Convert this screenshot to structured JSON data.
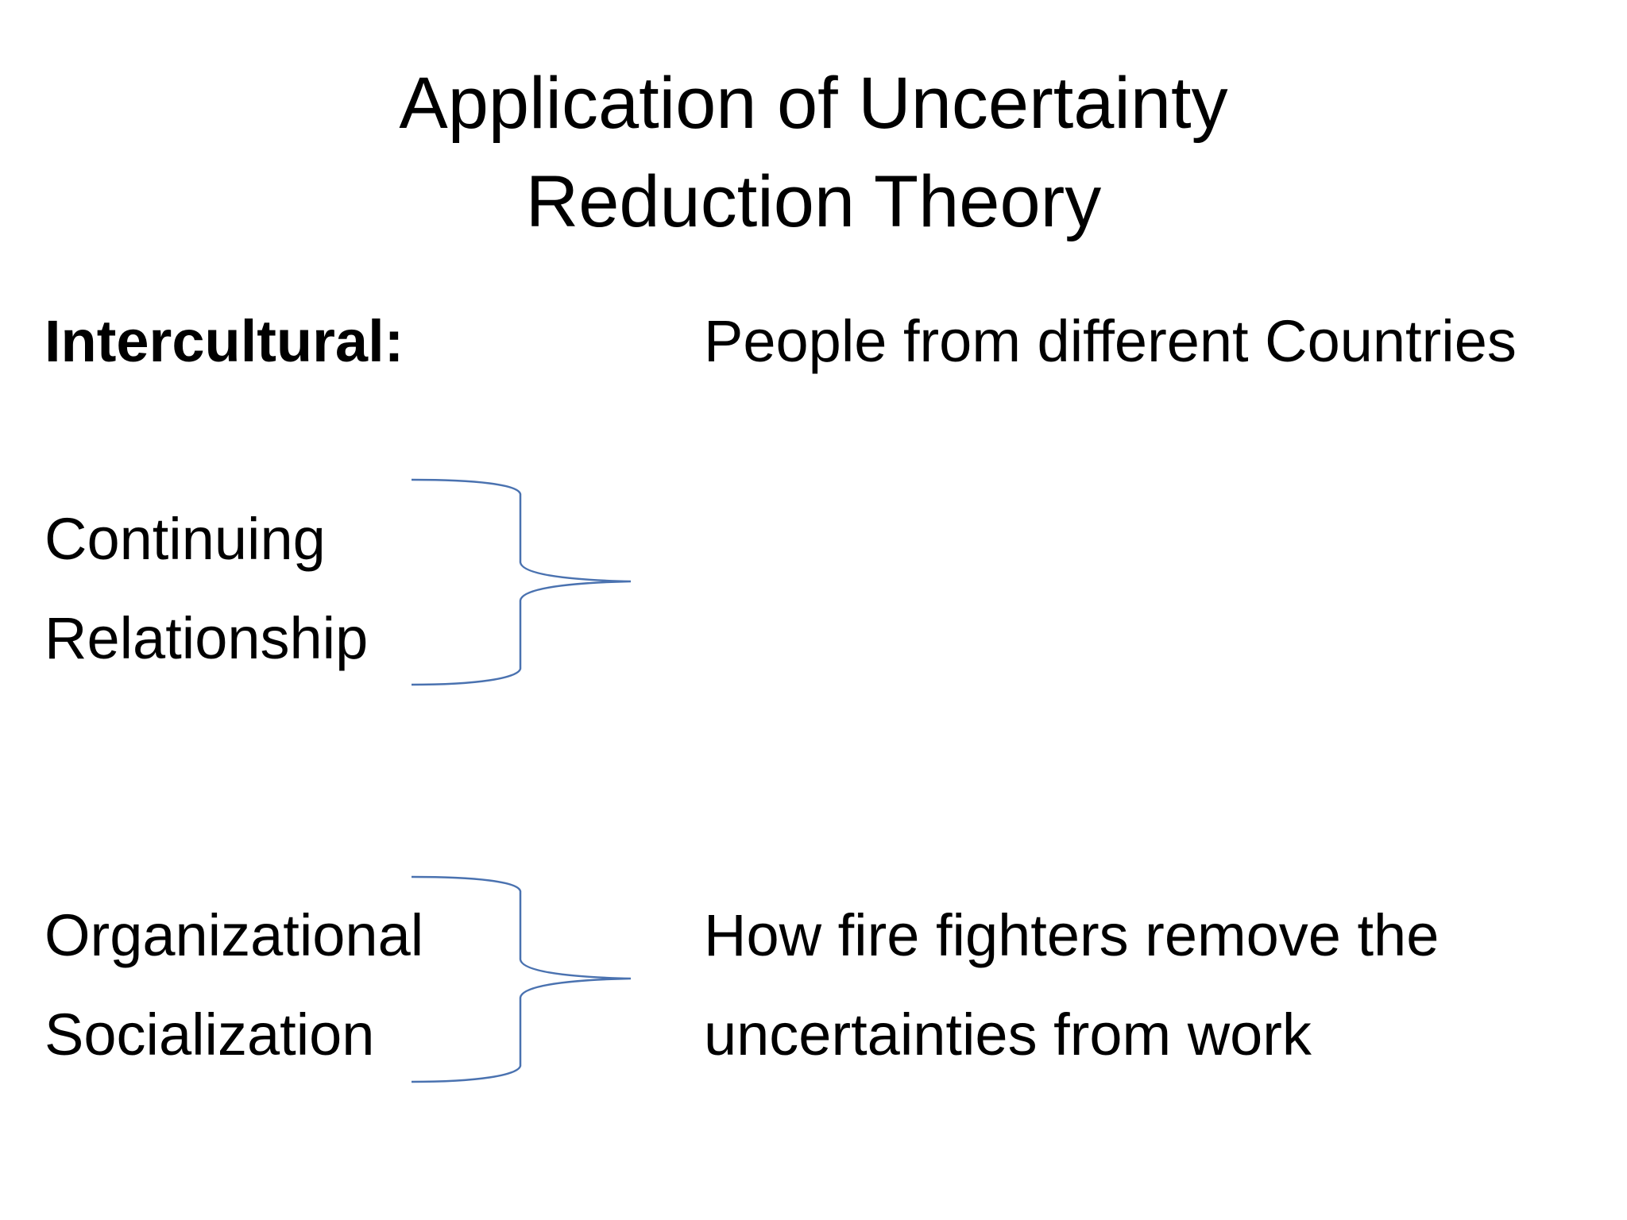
{
  "slide": {
    "title_line1": "Application of Uncertainty",
    "title_line2": "Reduction Theory",
    "intercultural": {
      "label": "Intercultural:",
      "description": "People from different Countries"
    },
    "continuing_relationship": {
      "line1": "Continuing",
      "line2": "Relationship"
    },
    "organizational_socialization": {
      "line1": "Organizational",
      "line2": "Socialization",
      "description_line1": "How fire fighters remove the",
      "description_line2": "uncertainties from work"
    }
  },
  "colors": {
    "background": "#ffffff",
    "text": "#000000",
    "brace": "#4a72b0"
  }
}
